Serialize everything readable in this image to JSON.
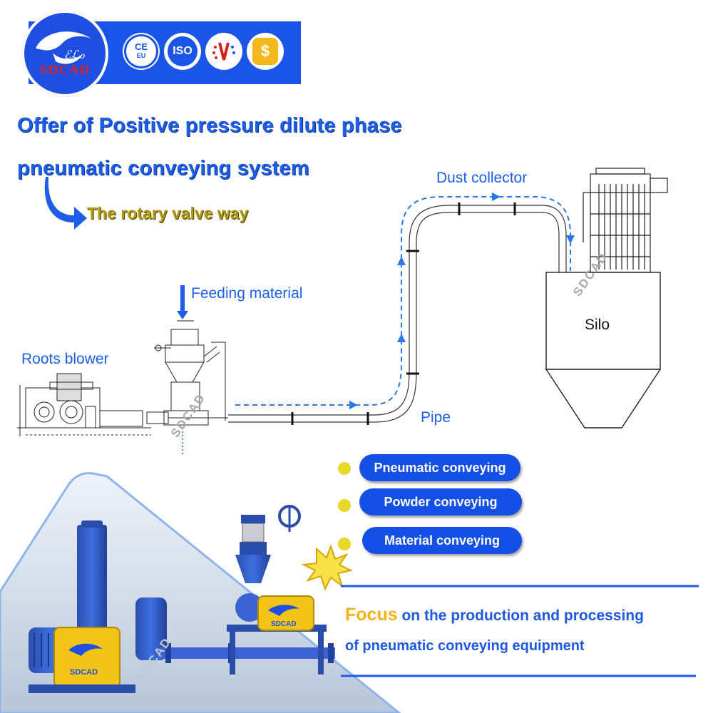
{
  "header": {
    "brand_text": "SDCAD",
    "badges": [
      {
        "icon": "ce-eu-badge-icon",
        "label": "CE",
        "sub": "EU"
      },
      {
        "icon": "iso-badge-icon",
        "label": "ISO"
      },
      {
        "icon": "patent-badge-icon",
        "label": ""
      },
      {
        "icon": "price-tag-badge-icon",
        "label": "$"
      }
    ]
  },
  "title": {
    "line1": "Offer of Positive pressure dilute phase",
    "line2": "pneumatic conveying system",
    "subtitle": "The rotary valve way"
  },
  "diagram": {
    "labels": {
      "dust_collector": "Dust collector",
      "feeding_material": "Feeding material",
      "roots_blower": "Roots blower",
      "silo": "Silo",
      "pipe": "Pipe"
    },
    "watermark": "SDCAD"
  },
  "features": [
    "Pneumatic conveying",
    "Powder conveying",
    "Material conveying"
  ],
  "equipment": {
    "nameplate_text": "SDCAD",
    "watermark": "SDCAD"
  },
  "focus": {
    "accent": "Focus",
    "line1_rest": " on the production and processing",
    "line2": "of pneumatic conveying equipment"
  },
  "colors": {
    "brand_blue": "#1a55e8",
    "title_blue": "#1c5ee8",
    "subtitle_gold": "#b09a10",
    "dot_yellow": "#e8d82a",
    "focus_accent": "#f0b419",
    "machine_blue": "#2756c9",
    "machine_yellow": "#f2c418"
  }
}
